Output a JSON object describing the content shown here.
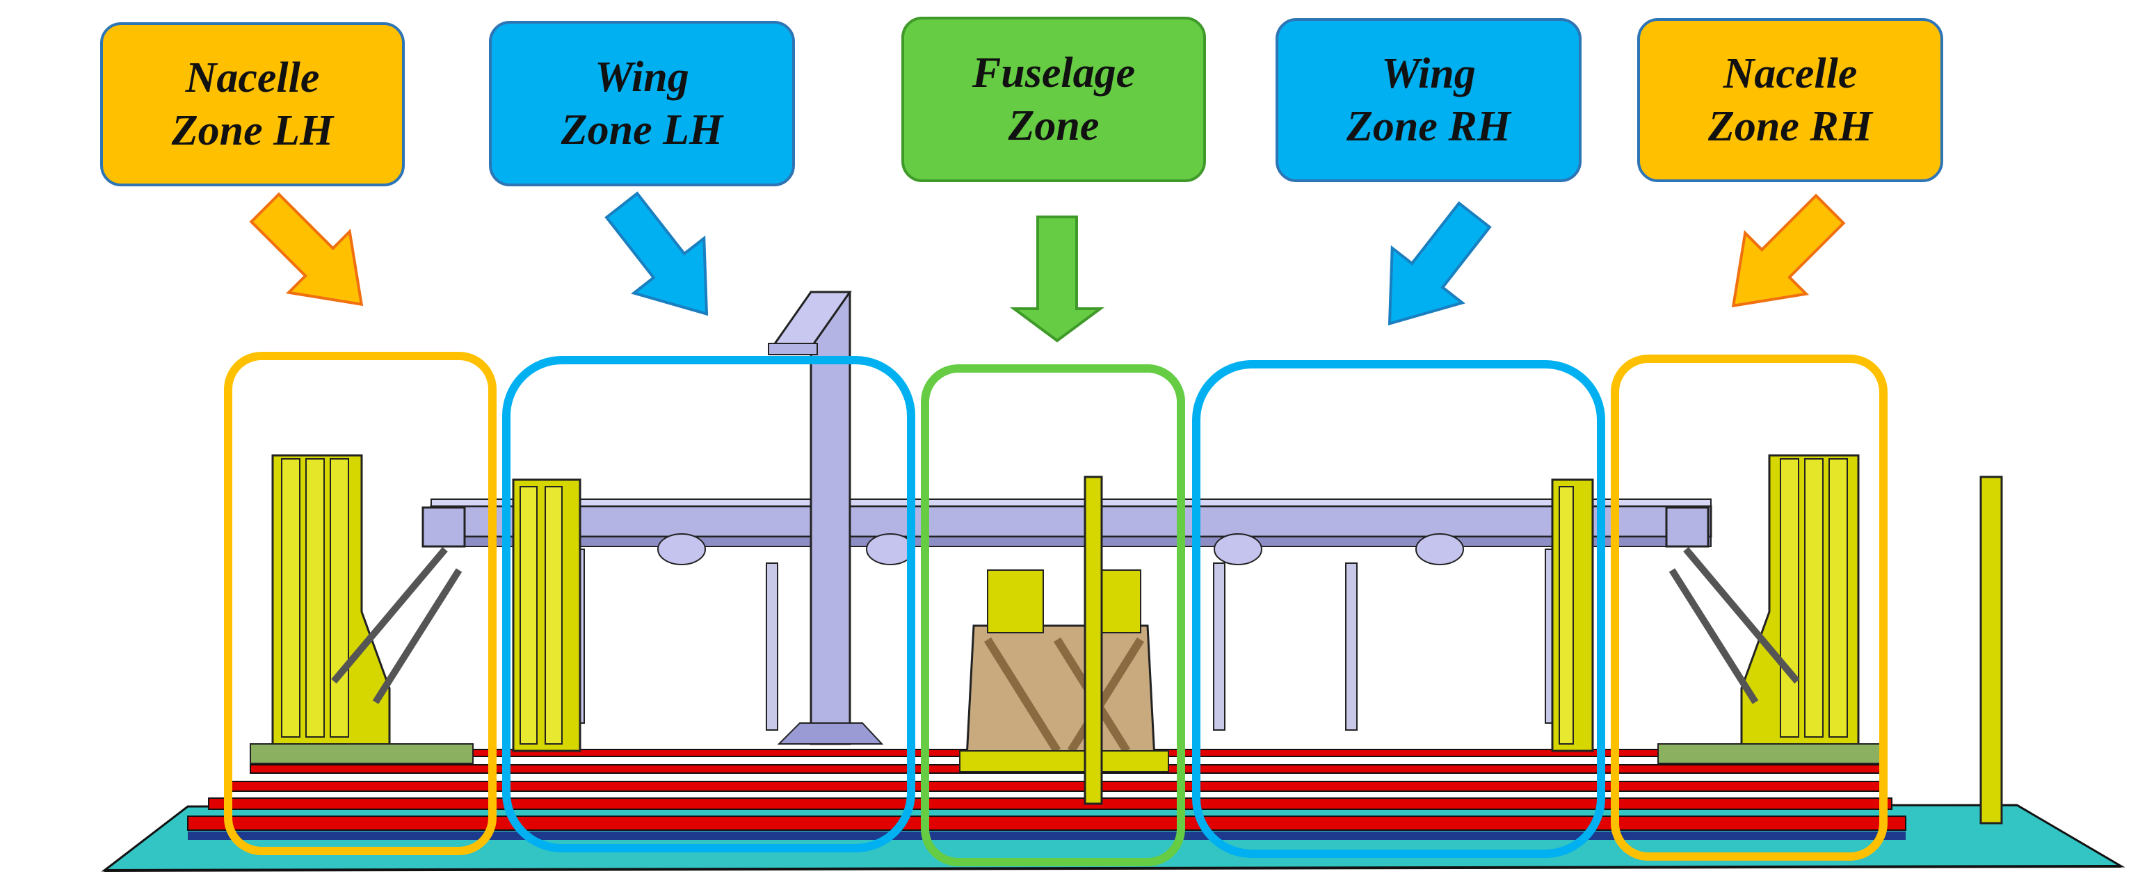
{
  "colors": {
    "nacelle": "#ffc000",
    "wing": "#00b0f0",
    "fuselage": "#66cc44",
    "frame_yellow": "#d6d600",
    "rail_red": "#e00000",
    "floor": "#33c4c4",
    "beam": "#b4b4e4",
    "fuselage_jig": "#c9aa7f"
  },
  "zones": [
    {
      "id": "nacelle-lh",
      "line1": "Nacelle",
      "line2": "Zone LH",
      "color": "#ffc000",
      "arrow_icon": "down-right-arrow-icon"
    },
    {
      "id": "wing-lh",
      "line1": "Wing",
      "line2": "Zone LH",
      "color": "#00b0f0",
      "arrow_icon": "down-right-arrow-icon"
    },
    {
      "id": "fuselage",
      "line1": "Fuselage",
      "line2": "Zone",
      "color": "#66cc44",
      "arrow_icon": "down-arrow-icon"
    },
    {
      "id": "wing-rh",
      "line1": "Wing",
      "line2": "Zone RH",
      "color": "#00b0f0",
      "arrow_icon": "down-left-arrow-icon"
    },
    {
      "id": "nacelle-rh",
      "line1": "Nacelle",
      "line2": "Zone RH",
      "color": "#ffc000",
      "arrow_icon": "down-left-arrow-icon"
    }
  ]
}
